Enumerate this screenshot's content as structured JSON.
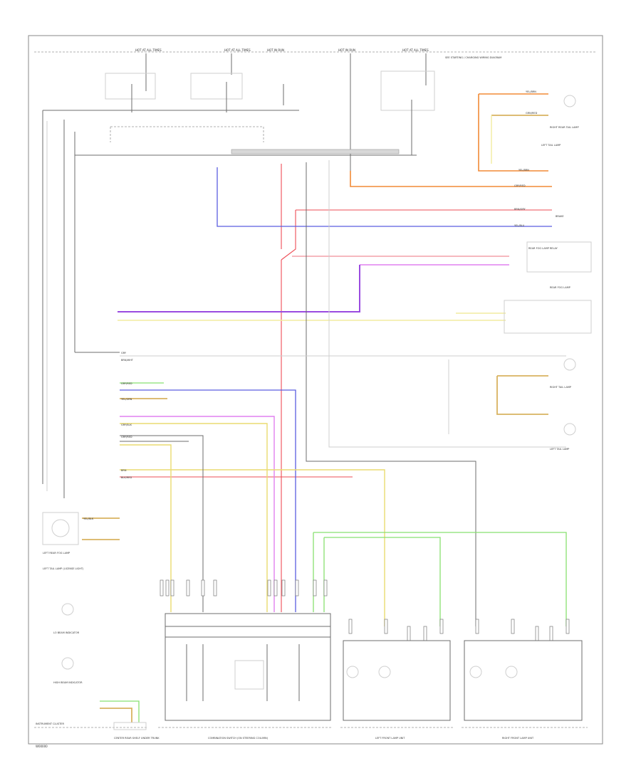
{
  "diagram": {
    "id_label": "W00000",
    "bottom_labels": {
      "instrument_cluster": "INSTRUMENT CLUSTER",
      "ground": "CENTER REAR SHELF UNDER TRUNK",
      "combination_switch": "COMBINATION SWITCH (ON STEERING COLUMN)",
      "left_front": "LEFT FRONT LAMP UNIT",
      "right_front": "RIGHT FRONT LAMP UNIT"
    },
    "fuse_labels": [
      "HOT AT ALL TIMES",
      "HOT AT ALL TIMES",
      "HOT IN RUN",
      "HOT IN RUN",
      "HOT AT ALL TIMES"
    ],
    "right_labels": {
      "top_note": "SEE STARTING / CHARGING WIRING DIAGRAM",
      "right_rear_tail": "RIGHT REAR TAIL LAMP",
      "left_tail_relay": "LEFT TAIL LAMP",
      "brake": "BRAKE",
      "light_module": "REAR FOG LAMP RELAY",
      "rear_fog": "REAR FOG LAMP",
      "right_tail": "RIGHT TAIL LAMP",
      "left_tail": "LEFT TAIL LAMP"
    },
    "left_labels": {
      "left_rear": "LEFT REAR FOG LAMP",
      "left_tail_license": "LEFT TAIL LAMP (LICENSE LIGHT)",
      "lo_beam": "LO BEAM INDICATOR",
      "hi_beam": "HIGH BEAM INDICATOR"
    },
    "wire_colors": [
      "YEL/BRN",
      "GRN/RED",
      "YEL/BRN",
      "GRY/RED",
      "BRN/GRY",
      "YEL/BLU",
      "GRY",
      "BRN/WHT",
      "GRY/RED",
      "YEL/GRN",
      "GRY/BLK",
      "GRY/RED",
      "BRN",
      "BLK/RED",
      "YEL/BLK"
    ]
  }
}
